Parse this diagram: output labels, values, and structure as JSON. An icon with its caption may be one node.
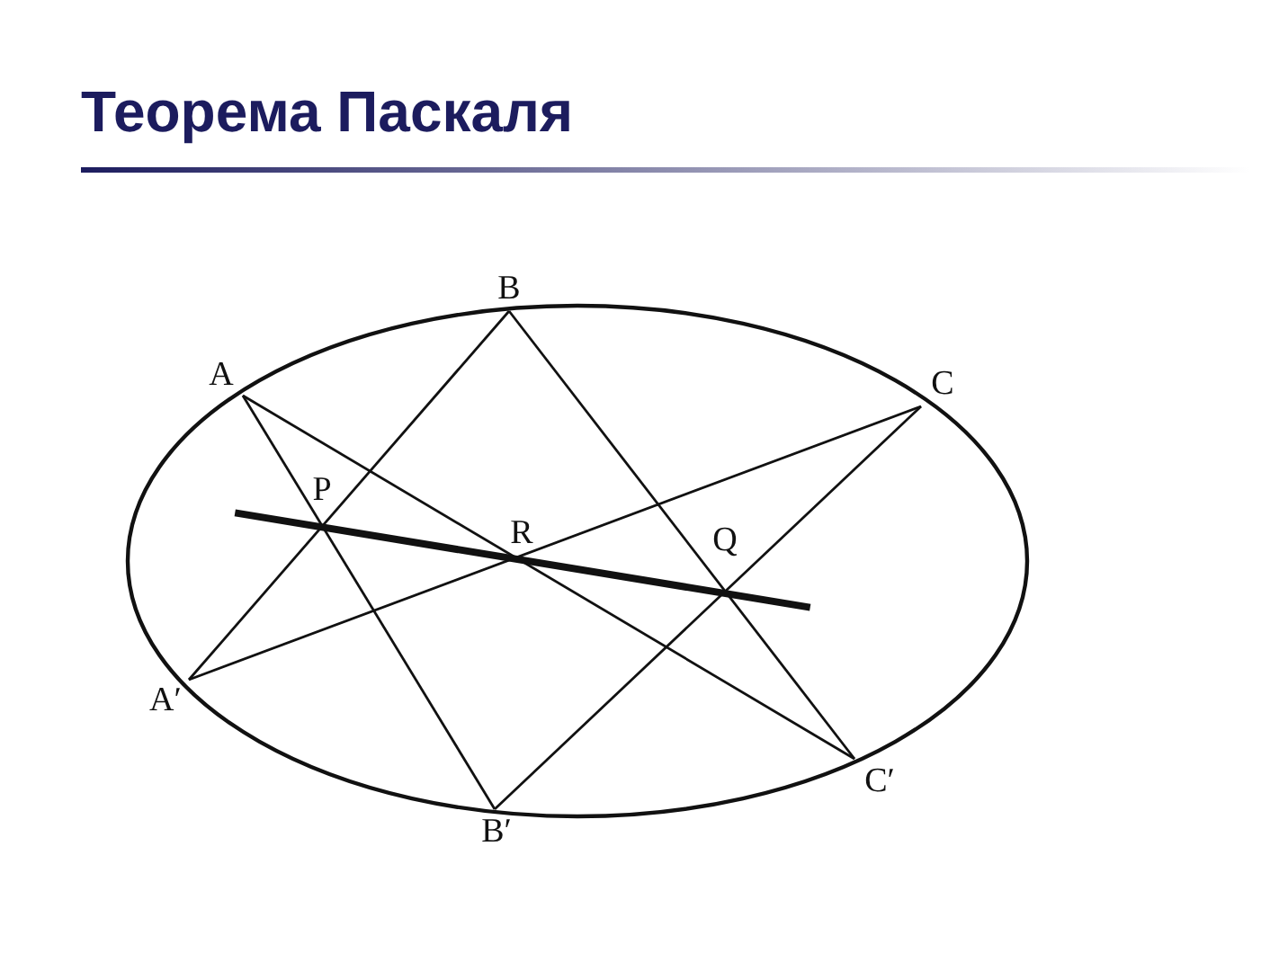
{
  "diagram": {
    "title": "Теорема Паскаля",
    "nodes": [
      {
        "text": [
          "B"
        ]
      },
      {
        "text": [
          "A"
        ]
      },
      {
        "text": [
          "C"
        ]
      },
      {
        "text": [
          "P"
        ]
      },
      {
        "text": [
          "R"
        ]
      },
      {
        "text": [
          "Q"
        ]
      },
      {
        "text": [
          "A′"
        ]
      },
      {
        "text": [
          "C′"
        ]
      },
      {
        "text": [
          "B′"
        ]
      }
    ],
    "edges": [
      {
        "from": 1,
        "to": 8,
        "arrow": "none"
      },
      {
        "from": 1,
        "to": 7,
        "arrow": "none"
      },
      {
        "from": 0,
        "to": 6,
        "arrow": "none"
      },
      {
        "from": 0,
        "to": 7,
        "arrow": "none"
      },
      {
        "from": 2,
        "to": 6,
        "arrow": "none"
      },
      {
        "from": 2,
        "to": 8,
        "arrow": "none"
      },
      {
        "from": 3,
        "to": 5,
        "arrow": "none",
        "style": "thick"
      }
    ]
  }
}
